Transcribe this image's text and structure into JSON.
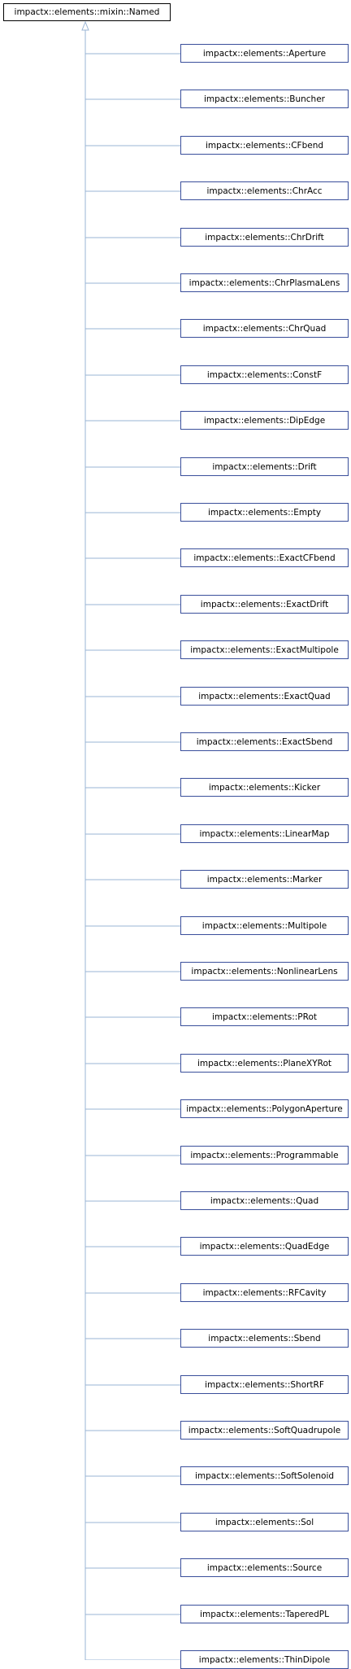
{
  "base_class": {
    "label": "impactx::elements::mixin::Named"
  },
  "derived_classes": [
    "impactx::elements::Aperture",
    "impactx::elements::Buncher",
    "impactx::elements::CFbend",
    "impactx::elements::ChrAcc",
    "impactx::elements::ChrDrift",
    "impactx::elements::ChrPlasmaLens",
    "impactx::elements::ChrQuad",
    "impactx::elements::ConstF",
    "impactx::elements::DipEdge",
    "impactx::elements::Drift",
    "impactx::elements::Empty",
    "impactx::elements::ExactCFbend",
    "impactx::elements::ExactDrift",
    "impactx::elements::ExactMultipole",
    "impactx::elements::ExactQuad",
    "impactx::elements::ExactSbend",
    "impactx::elements::Kicker",
    "impactx::elements::LinearMap",
    "impactx::elements::Marker",
    "impactx::elements::Multipole",
    "impactx::elements::NonlinearLens",
    "impactx::elements::PRot",
    "impactx::elements::PlaneXYRot",
    "impactx::elements::PolygonAperture",
    "impactx::elements::Programmable",
    "impactx::elements::Quad",
    "impactx::elements::QuadEdge",
    "impactx::elements::RFCavity",
    "impactx::elements::Sbend",
    "impactx::elements::ShortRF",
    "impactx::elements::SoftQuadrupole",
    "impactx::elements::SoftSolenoid",
    "impactx::elements::Sol",
    "impactx::elements::Source",
    "impactx::elements::TaperedPL",
    "impactx::elements::ThinDipole"
  ],
  "colors": {
    "connector": "#9ab4d4",
    "child_border": "#3a4f9b",
    "base_border": "#000000"
  }
}
